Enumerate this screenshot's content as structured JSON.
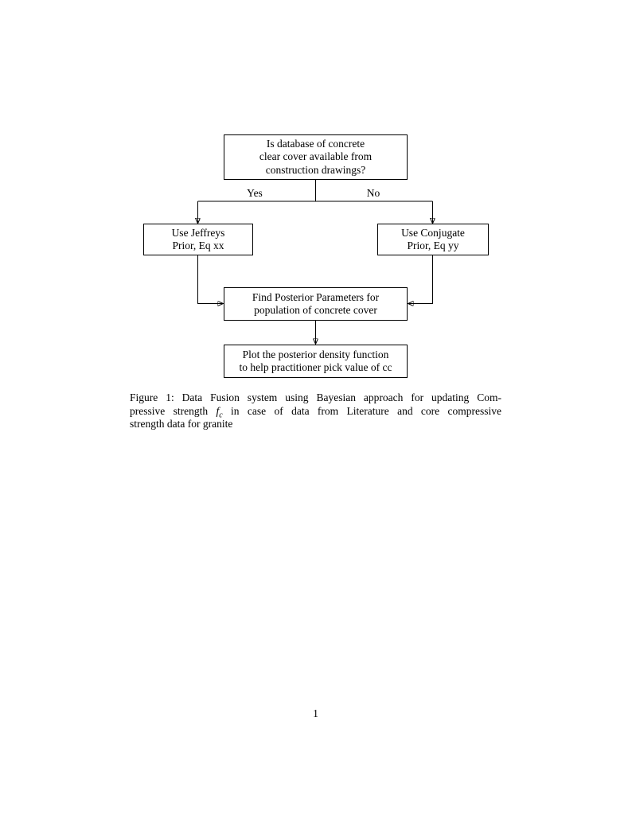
{
  "page": {
    "number": "1"
  },
  "flowchart": {
    "question": {
      "lines": [
        "Is database of concrete",
        "clear cover available from",
        "construction drawings?"
      ]
    },
    "branches": {
      "yes": "Yes",
      "no": "No"
    },
    "jeffreys": {
      "lines": [
        "Use Jeffreys",
        "Prior, Eq xx"
      ]
    },
    "conjugate": {
      "lines": [
        "Use Conjugate",
        "Prior, Eq yy"
      ]
    },
    "posterior": {
      "lines": [
        "Find Posterior Parameters for",
        "population of concrete cover"
      ]
    },
    "plot": {
      "lines": [
        "Plot the posterior density function",
        "to help practitioner pick value of cc"
      ]
    }
  },
  "caption": {
    "line1": "Figure 1: Data Fusion system using Bayesian approach for updating Com-",
    "line2_before_math": "pressive strength ",
    "math_fc_base": "f",
    "math_fc_subscript": "c",
    "line2_after_math": " in case of data from Literature and core compressive",
    "line3": "strength data for granite"
  },
  "colors": {
    "ink": "#000000",
    "paper": "#ffffff"
  }
}
